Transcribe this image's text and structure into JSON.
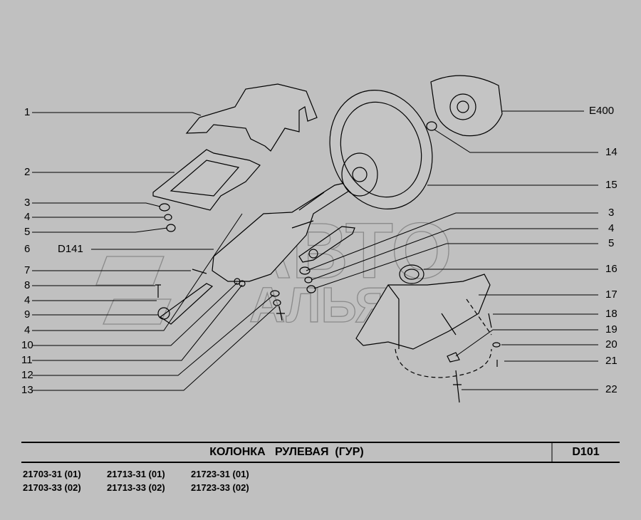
{
  "diagram": {
    "left_labels": [
      "1",
      "2",
      "3",
      "4",
      "5",
      "6",
      "D141",
      "7",
      "8",
      "4",
      "9",
      "4",
      "10",
      "11",
      "12",
      "13"
    ],
    "right_labels": [
      "E400",
      "14",
      "15",
      "3",
      "4",
      "5",
      "16",
      "17",
      "18",
      "19",
      "20",
      "21",
      "22"
    ],
    "watermark": [
      "АВТО",
      "АЛЬЯНС"
    ]
  },
  "footer": {
    "title": "КОЛОНКА   РУЛЕВАЯ  (ГУР)",
    "code": "D101",
    "part_numbers": [
      [
        "21703-31 (01)",
        "21713-31 (01)",
        "21723-31 (01)"
      ],
      [
        "21703-33 (02)",
        "21713-33 (02)",
        "21723-33 (02)"
      ]
    ]
  }
}
